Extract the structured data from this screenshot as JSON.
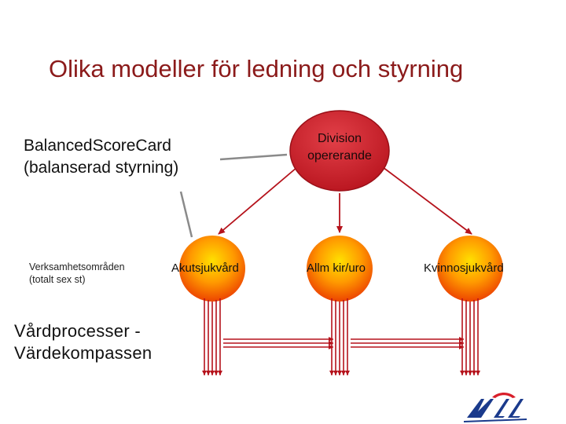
{
  "title": "Olika modeller för ledning och styrning",
  "balanced_scorecard": {
    "line1": "BalancedScoreCard",
    "line2": "(balanserad styrning)"
  },
  "verksamhet": {
    "line1": "Verksamhetsområden",
    "line2": "(totalt sex st)"
  },
  "vardprocesser": {
    "line1": "Vårdprocesser -",
    "line2": "Värdekompassen"
  },
  "division": {
    "line1": "Division",
    "line2": "opererande",
    "color": "#c8202a"
  },
  "units": [
    {
      "label": "Akutsjukvård"
    },
    {
      "label": "Allm kir/uro"
    },
    {
      "label": "Kvinnosjukvård"
    }
  ],
  "colors": {
    "title": "#8b1a1a",
    "arrow": "#b5121b",
    "connector": "#8a8a8a",
    "unit_center": "#ffd000",
    "unit_edge": "#f04800"
  },
  "logo": {
    "icon": "nll-logo"
  }
}
